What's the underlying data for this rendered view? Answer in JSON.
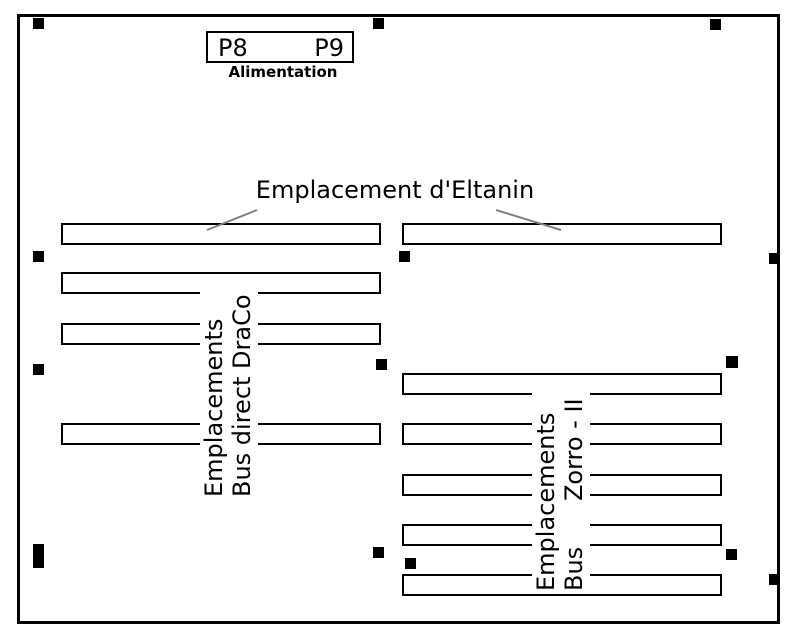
{
  "power": {
    "left_connector": "P8",
    "right_connector": "P9",
    "caption": "Alimentation"
  },
  "eltanin": {
    "caption": "Emplacement d'Eltanin"
  },
  "draco": {
    "line1": "Emplacements",
    "line2": "Bus direct DraCo"
  },
  "zorro": {
    "line1": "Emplacements",
    "line2": "Bus      Zorro - II"
  },
  "colors": {
    "ink": "#000000",
    "leader": "#808080",
    "background": "#ffffff"
  }
}
